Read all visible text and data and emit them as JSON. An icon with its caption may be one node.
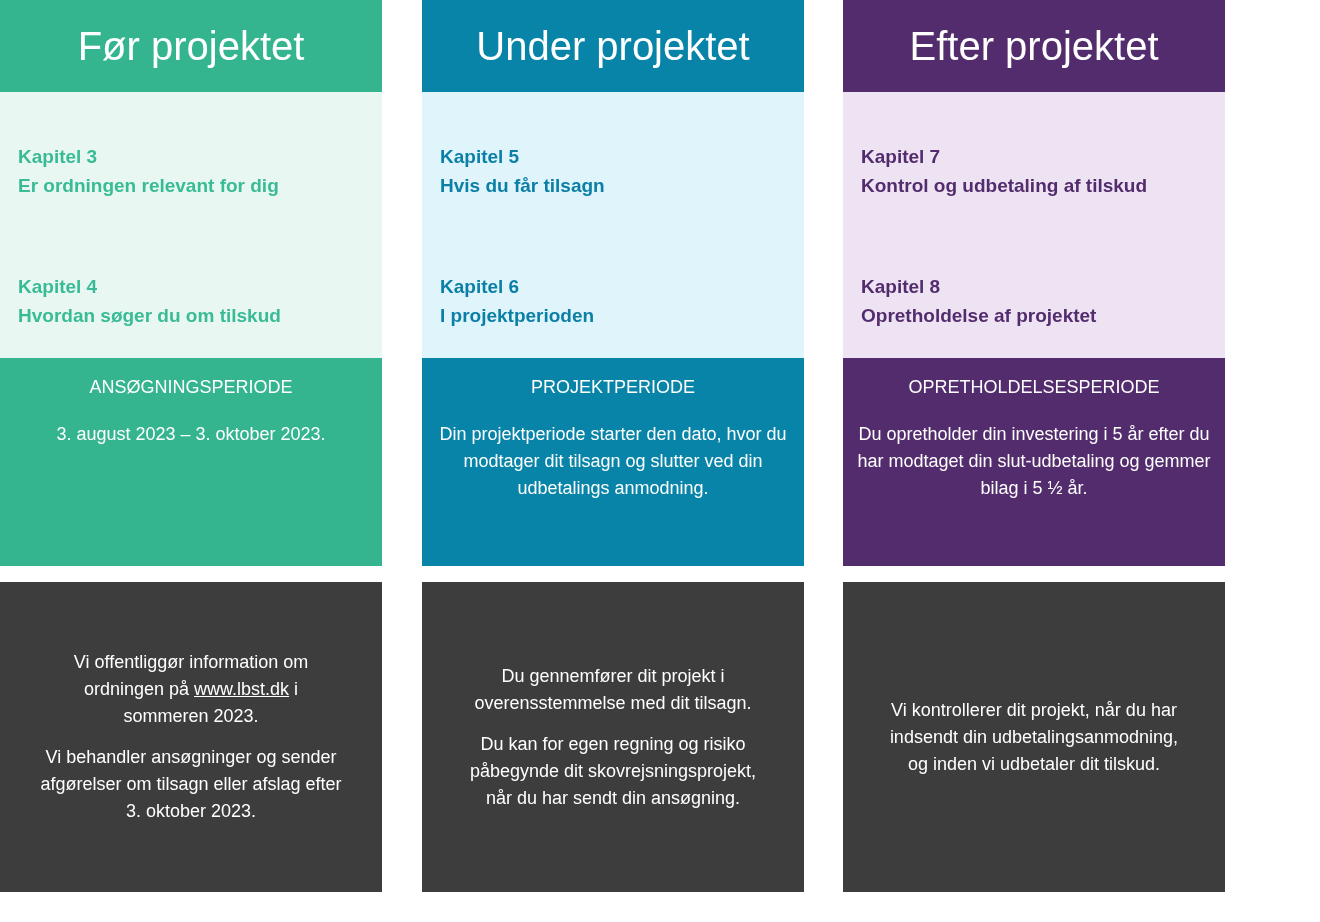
{
  "diagram": {
    "nodes": [
      {
        "text": [
          "Før projektet"
        ]
      },
      {
        "text": [
          "Kapitel 3",
          "Er ordningen relevant for dig",
          "Kapitel 4",
          "Hvordan søger du om tilskud"
        ]
      },
      {
        "text": [
          "ANSØGNINGSPERIODE",
          "3. august 2023 – 3. oktober 2023."
        ]
      },
      {
        "text": [
          "Vi offentliggør information om ordningen på www.lbst.dk i sommeren 2023.",
          "Vi behandler ansøgninger og sender afgørelser om tilsagn eller afslag efter 3. oktober 2023."
        ]
      },
      {
        "text": [
          "Under projektet"
        ]
      },
      {
        "text": [
          "Kapitel 5",
          "Hvis du får tilsagn",
          "Kapitel 6",
          "I projektperioden"
        ]
      },
      {
        "text": [
          "PROJEKTPERIODE",
          "Din projektperiode starter den dato, hvor du modtager dit tilsagn og slutter ved din udbetalings anmodning."
        ]
      },
      {
        "text": [
          "Du gennemfører dit projekt i overensstemmelse med dit tilsagn.",
          "Du kan for egen regning og risiko påbegynde dit skovrejsningsprojekt, når du har sendt din ansøgning."
        ]
      },
      {
        "text": [
          "Efter projektet"
        ]
      },
      {
        "text": [
          "Kapitel 7",
          "Kontrol og udbetaling af tilskud",
          "Kapitel 8",
          "Opretholdelse af projektet"
        ]
      },
      {
        "text": [
          "OPRETHOLDELSESPERIODE",
          "Du opretholder din investering i 5 år efter du har modtaget din slut-udbetaling og gemmer bilag i 5 ½ år."
        ]
      },
      {
        "text": [
          "Vi kontrollerer dit projekt, når du har indsendt din udbetalingsanmodning, og inden vi udbetaler dit tilskud."
        ]
      }
    ]
  }
}
